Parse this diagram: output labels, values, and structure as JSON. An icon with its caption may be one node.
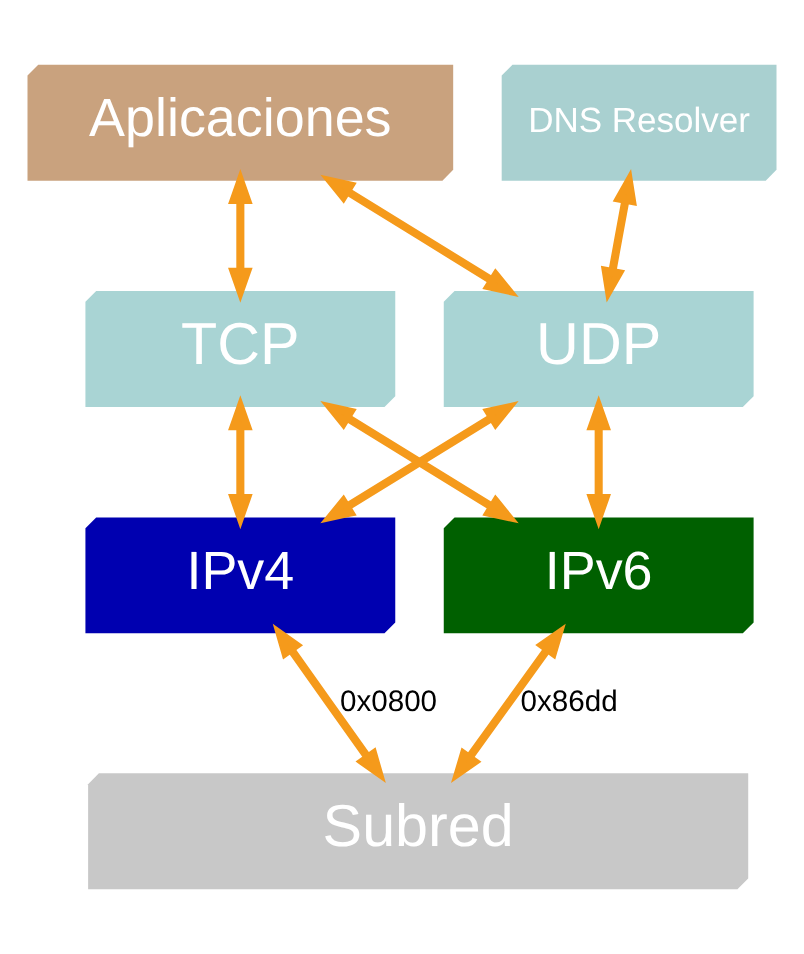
{
  "diagram": {
    "nodes": [
      {
        "text": [
          "Aplicaciones"
        ]
      },
      {
        "text": [
          "DNS Resolver"
        ]
      },
      {
        "text": [
          "TCP"
        ]
      },
      {
        "text": [
          "UDP"
        ]
      },
      {
        "text": [
          "IPv4"
        ]
      },
      {
        "text": [
          "IPv6"
        ]
      },
      {
        "text": [
          "Subred"
        ]
      }
    ],
    "edges": [
      {
        "from": 0,
        "to": 2,
        "arrow": "both"
      },
      {
        "from": 0,
        "to": 3,
        "arrow": "both"
      },
      {
        "from": 1,
        "to": 3,
        "arrow": "both"
      },
      {
        "from": 2,
        "to": 4,
        "arrow": "both"
      },
      {
        "from": 2,
        "to": 5,
        "arrow": "both"
      },
      {
        "from": 3,
        "to": 4,
        "arrow": "both"
      },
      {
        "from": 3,
        "to": 5,
        "arrow": "both"
      },
      {
        "from": 4,
        "to": 6,
        "arrow": "both",
        "label": "0x0800"
      },
      {
        "from": 5,
        "to": 6,
        "arrow": "both",
        "label": "0x86dd"
      }
    ]
  }
}
